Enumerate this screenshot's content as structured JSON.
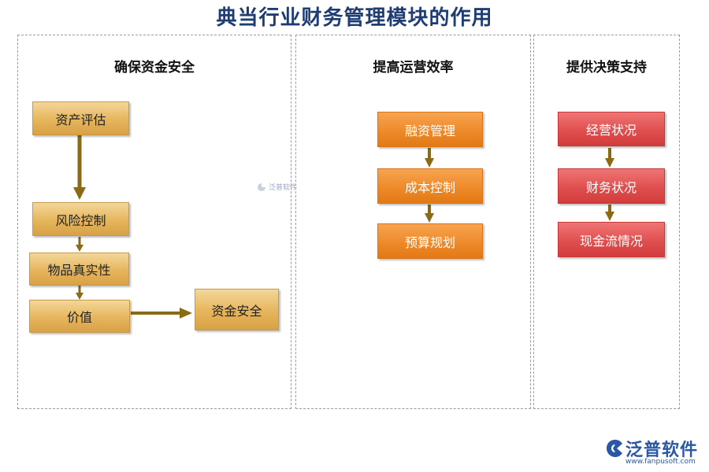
{
  "title": "典当行业财务管理模块的作用",
  "panels": [
    {
      "title": "确保资金安全",
      "boxes": [
        "资产评估",
        "风险控制",
        "物品真实性",
        "价值",
        "资金安全"
      ]
    },
    {
      "title": "提高运营效率",
      "boxes": [
        "融资管理",
        "成本控制",
        "预算规划"
      ]
    },
    {
      "title": "提供决策支持",
      "boxes": [
        "经营状况",
        "财务状况",
        "现金流情况"
      ]
    }
  ],
  "watermark": "泛普软件",
  "logo": {
    "name": "泛普软件",
    "url": "www.fanpusoft.com"
  },
  "colors": {
    "title": "#1f3d73",
    "gold": "#e6b55c",
    "orange": "#ee8a2a",
    "red": "#e04f4f",
    "arrow_gold": "#8a6a14",
    "logo": "#2a57a6"
  }
}
